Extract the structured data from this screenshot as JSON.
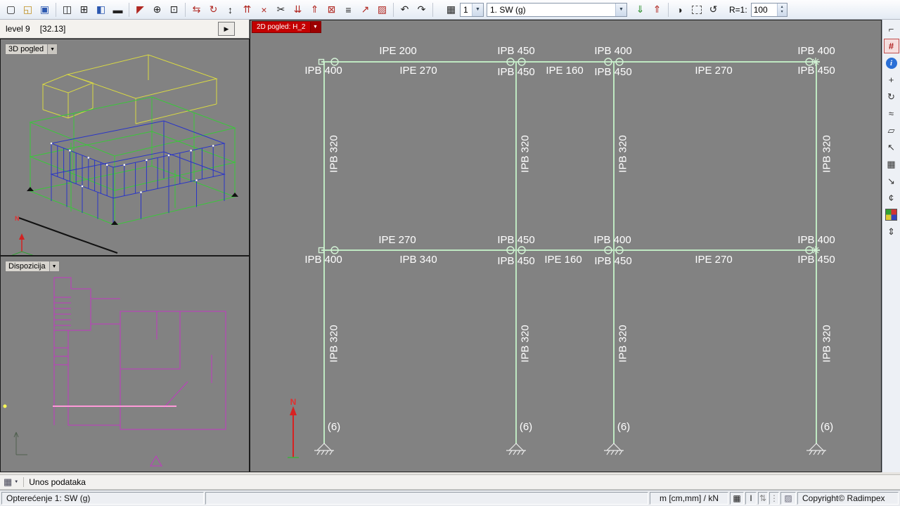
{
  "toolbar": {
    "icons": [
      {
        "name": "new-file-icon",
        "glyph": "▢"
      },
      {
        "name": "open-folder-icon",
        "glyph": "◱"
      },
      {
        "name": "save-icon",
        "glyph": "▣"
      },
      {
        "name": "copy-icon",
        "glyph": "◫"
      },
      {
        "name": "paste-icon",
        "glyph": "⊞"
      },
      {
        "name": "window-icon",
        "glyph": "◧"
      },
      {
        "name": "collapse-icon",
        "glyph": "▬"
      },
      {
        "name": "select-arrow-icon",
        "glyph": "◤"
      },
      {
        "name": "zoom-in-icon",
        "glyph": "⊕"
      },
      {
        "name": "zoom-window-icon",
        "glyph": "⊡"
      },
      {
        "name": "mirror-icon",
        "glyph": "⇆"
      },
      {
        "name": "rotate-icon",
        "glyph": "↻"
      },
      {
        "name": "move-icon",
        "glyph": "↕"
      },
      {
        "name": "copy-array-icon",
        "glyph": "⇈"
      },
      {
        "name": "delete-icon",
        "glyph": "×"
      },
      {
        "name": "scissors-icon",
        "glyph": "✂"
      },
      {
        "name": "level-down-icon",
        "glyph": "⇊"
      },
      {
        "name": "level-up-icon",
        "glyph": "⇑"
      },
      {
        "name": "trim-icon",
        "glyph": "⊠"
      },
      {
        "name": "offset-icon",
        "glyph": "≡"
      },
      {
        "name": "stretch-icon",
        "glyph": "↗"
      },
      {
        "name": "hatch-icon",
        "glyph": "▨"
      },
      {
        "name": "undo-icon",
        "glyph": "↶"
      },
      {
        "name": "redo-icon",
        "glyph": "↷"
      }
    ],
    "sheet_icon": "▦",
    "page_value": "1",
    "loadcase_value": "1. SW (g)",
    "icons2": [
      {
        "name": "import-icon",
        "glyph": "⇓"
      },
      {
        "name": "export-icon",
        "glyph": "⇑"
      },
      {
        "name": "contrast-icon",
        "glyph": "◑"
      },
      {
        "name": "selection-box-icon",
        "glyph": ""
      },
      {
        "name": "rotate-view-icon",
        "glyph": "↺"
      }
    ],
    "scale_label": "R=1:",
    "scale_value": "100"
  },
  "icons": {
    "chevron_down": "▼",
    "play": "▶",
    "spin_up": "▴",
    "spin_down": "▾"
  },
  "left": {
    "level_label": "level 9",
    "level_coord": "[32.13]",
    "view3d_label": "3D pogled",
    "plan_label": "Dispozicija"
  },
  "main": {
    "tab_label": "2D pogled: H_2",
    "axis_label": "N",
    "column_label": "IPB 320",
    "support_label": "(6)",
    "beams": [
      "IPE 200",
      "IPB 450",
      "IPB 400",
      "IPB 400",
      "IPB 400",
      "IPE 270",
      "IPB 450",
      "IPE 160",
      "IPB 450",
      "IPE 270",
      "IPB 450",
      "IPE 270",
      "IPB 450",
      "IPB 400",
      "IPB 400",
      "IPB 400",
      "IPB 340",
      "IPB 450",
      "IPE 160",
      "IPB 450",
      "IPE 270",
      "IPB 450"
    ]
  },
  "right_icons": [
    {
      "name": "corner-select-icon",
      "glyph": "⌐"
    },
    {
      "name": "active-view-grid-icon",
      "glyph": "#"
    },
    {
      "name": "info-icon",
      "glyph": "i"
    },
    {
      "name": "move-tool-icon",
      "glyph": "+"
    },
    {
      "name": "rotate-tool-icon",
      "glyph": "↻"
    },
    {
      "name": "spline-tool-icon",
      "glyph": "≈"
    },
    {
      "name": "eraser-tool-icon",
      "glyph": "▱"
    },
    {
      "name": "pan-tool-icon",
      "glyph": "↖"
    },
    {
      "name": "hatch-tool-icon",
      "glyph": "▦"
    },
    {
      "name": "diagonal-arrow-icon",
      "glyph": "↘"
    },
    {
      "name": "section-mark-icon",
      "glyph": "¢"
    },
    {
      "name": "palette-icon",
      "glyph": ""
    },
    {
      "name": "swap-arrows-icon",
      "glyph": "⇕"
    }
  ],
  "status": {
    "unos": "Unos podataka",
    "load": "Opterećenje 1: SW (g)",
    "units": "m [cm,mm] / kN",
    "grid_icon": "▦",
    "cursor": "I",
    "scroll_icon": "⇅",
    "more_icon": "⋮",
    "log_icon": "▨",
    "copyright": "Copyright© Radimpex"
  },
  "colors": {
    "accent_red": "#c40000",
    "frame_green": "#bfe9c2",
    "canvas_gray": "#828282"
  }
}
